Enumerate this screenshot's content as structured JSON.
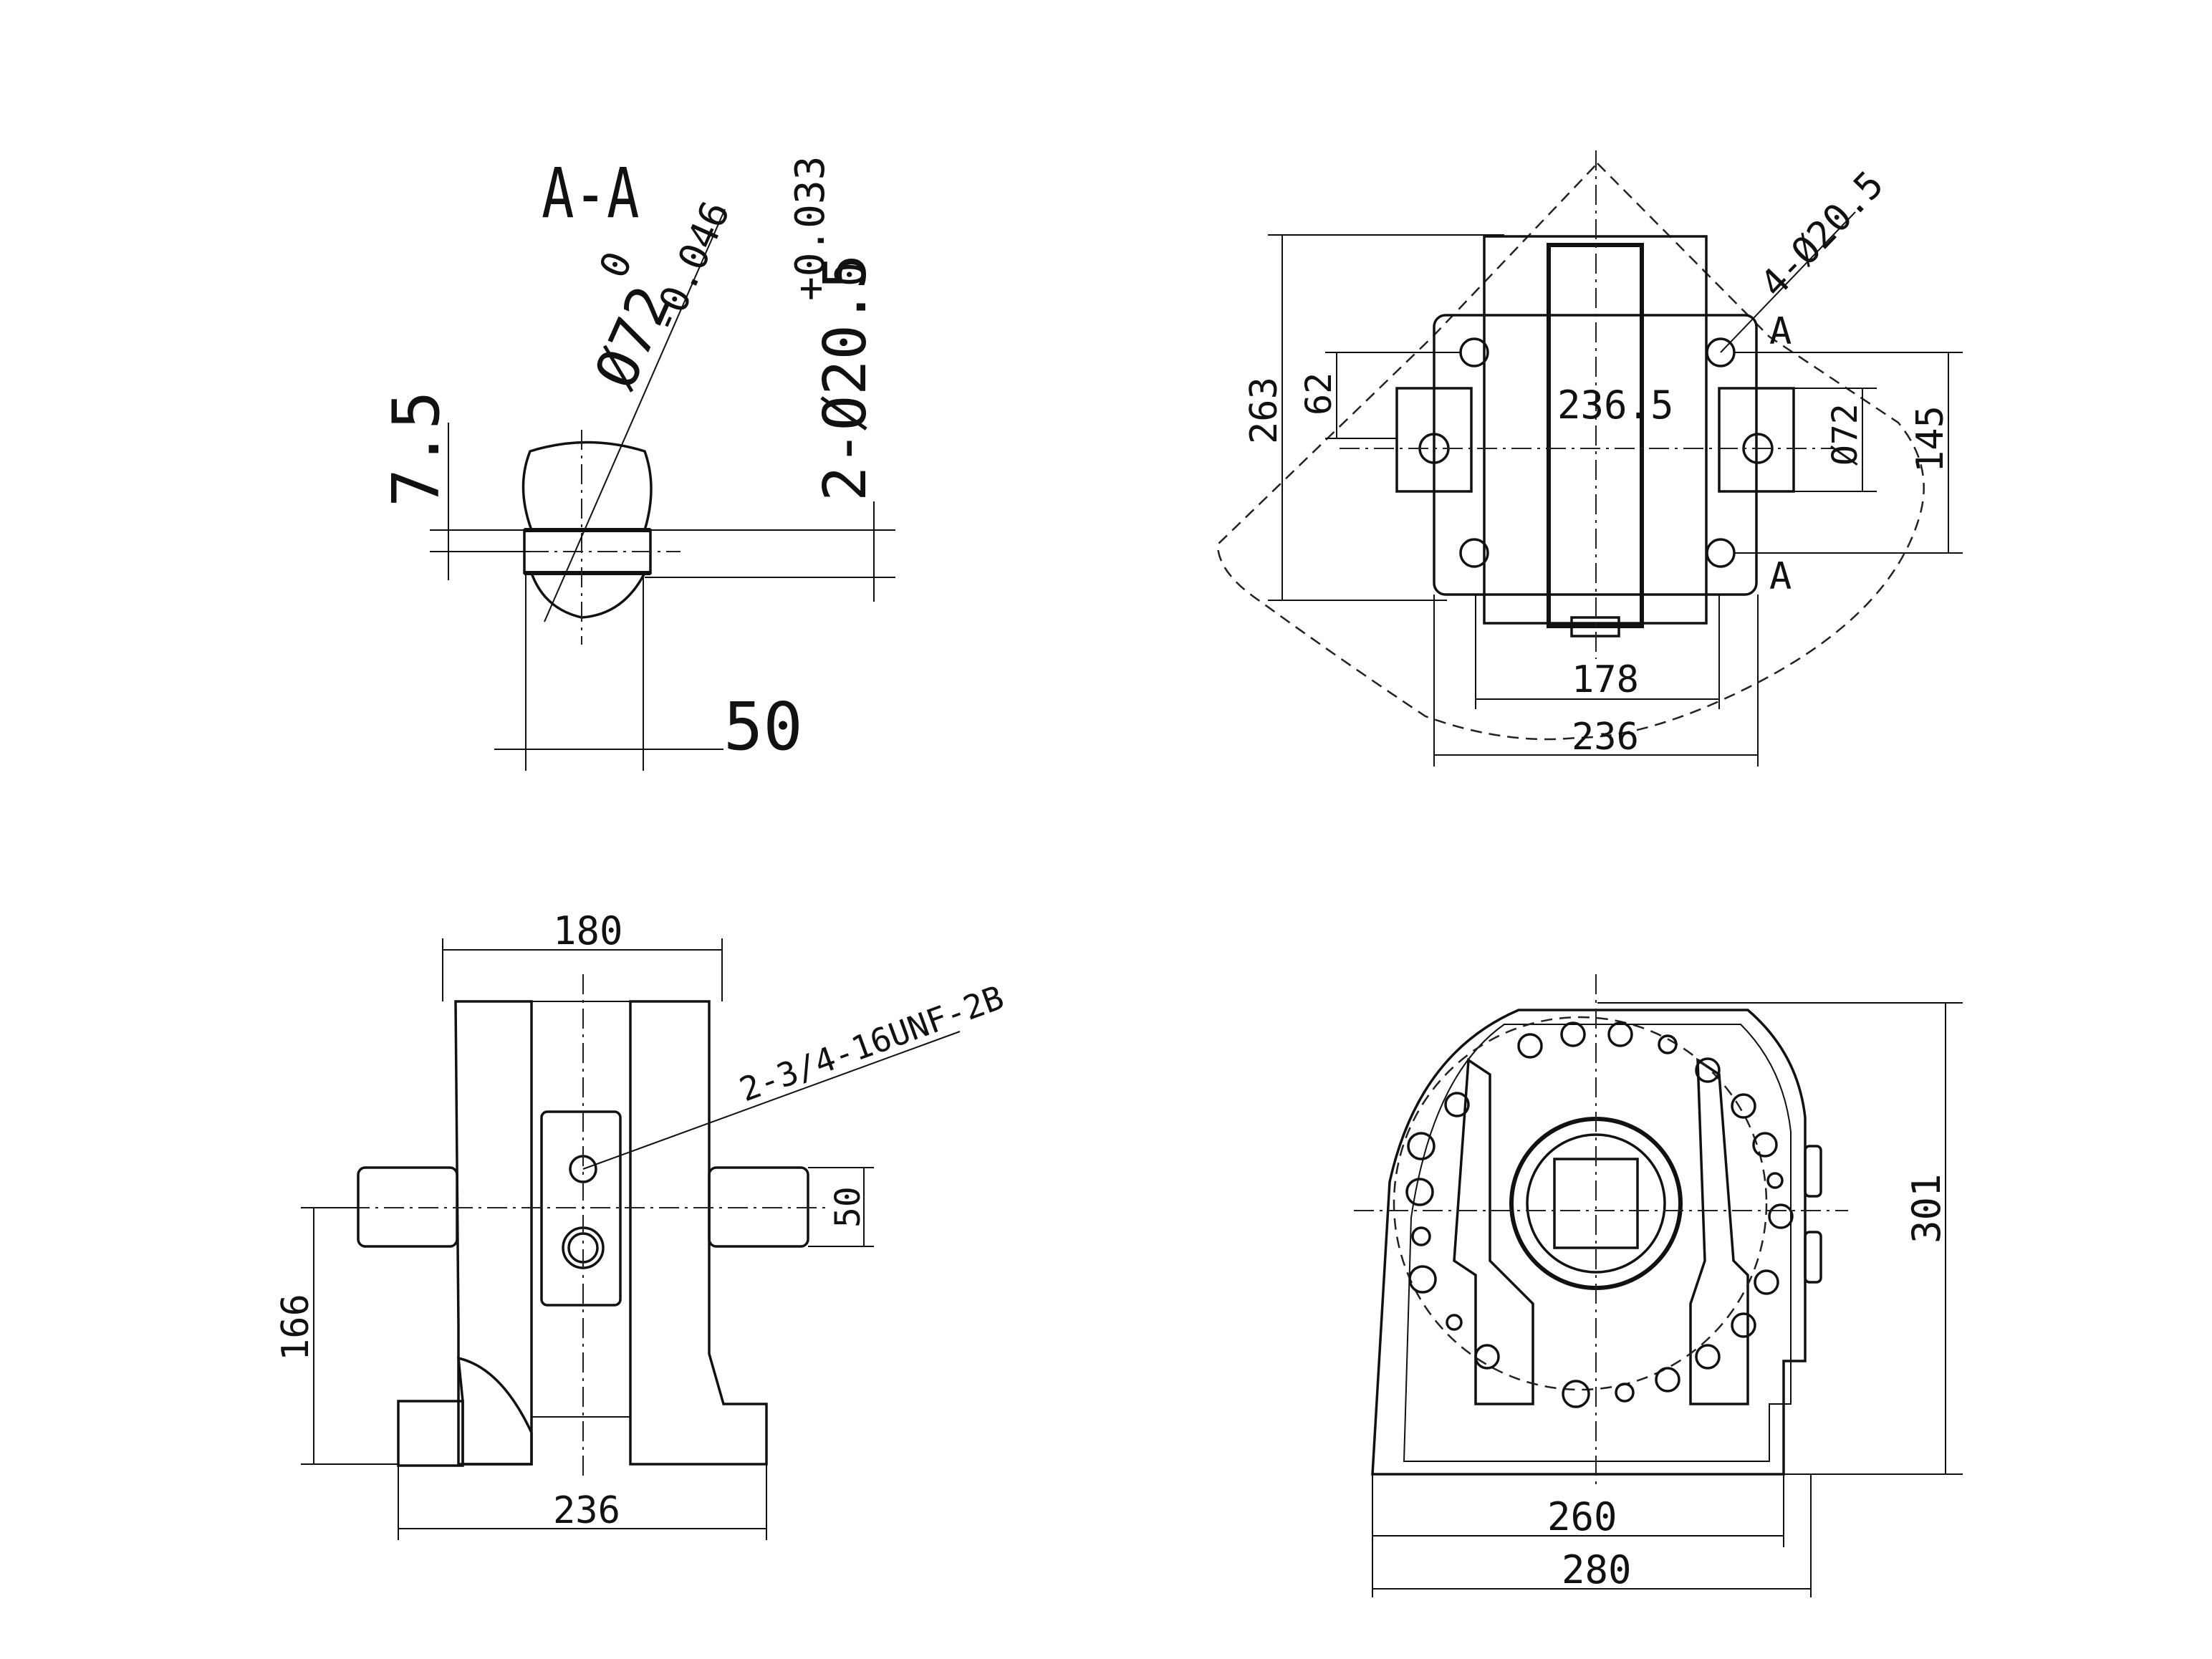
{
  "section_view": {
    "title": "A-A",
    "diameter_label": "Ø72",
    "diameter_tol_upper": "0",
    "diameter_tol_lower": "-0.046",
    "slot_label": "2-Ø20.5",
    "slot_tol_upper": "+0.033",
    "slot_tol_lower": "0",
    "offset_label": "7.5",
    "width_label": "50"
  },
  "top_view": {
    "holes_label": "4-Ø20.5",
    "section_mark_1": "A",
    "section_mark_2": "A",
    "height_label": "263",
    "spacing_label": "62",
    "center_width_label": "236.5",
    "pin_dia_label": "Ø72",
    "side_height_label": "145",
    "inner_width_label": "178",
    "outer_width_label": "236"
  },
  "front_view": {
    "top_width_label": "180",
    "thread_label": "2-3/4-16UNF-2B",
    "pin_width_label": "50",
    "height_label": "166",
    "base_width_label": "236"
  },
  "side_view": {
    "height_label": "301",
    "inner_width_label": "260",
    "outer_width_label": "280"
  }
}
